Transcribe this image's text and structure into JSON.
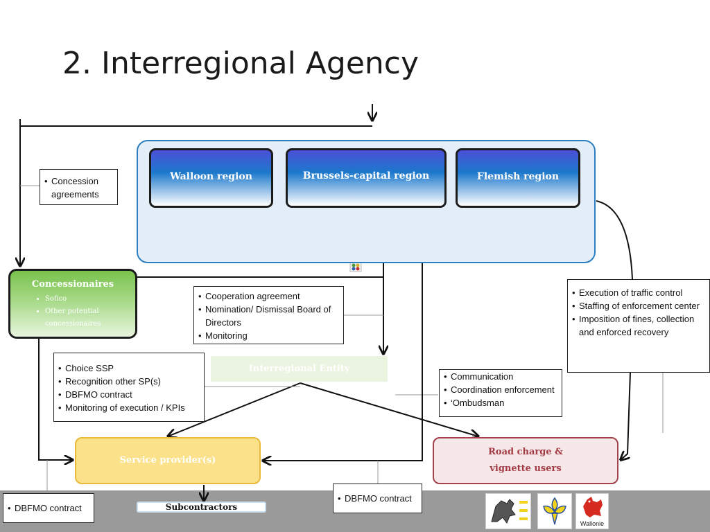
{
  "title": "2. Interregional Agency",
  "regions": [
    "Walloon region",
    "Brussels-capital region",
    "Flemish region"
  ],
  "concessionaires": {
    "title": "Concessionaires",
    "items": [
      "Sofico",
      "Other potential concessionaires"
    ]
  },
  "entities": {
    "interregional_entity": "Interregional Entity",
    "service_provider": "Service provider(s)",
    "road_charge": "Road charge & vignette users",
    "subcontractors": "Subcontractors"
  },
  "notes": {
    "concession": [
      "Concession agreements"
    ],
    "cooperation": [
      "Cooperation agreement",
      "Nomination/ Dismissal Board of Directors",
      "Monitoring"
    ],
    "choice": [
      "Choice SSP",
      "Recognition other SP(s)",
      "DBFMO contract",
      "Monitoring of execution / KPIs"
    ],
    "communication": [
      "Communication",
      "Coordination enforcement",
      "‘Ombudsman"
    ],
    "execution": [
      "Execution of traffic control",
      "Staffing of enforcement center",
      "Imposition of fines, collection and enforced recovery"
    ],
    "dbfmo_left": [
      "DBFMO contract"
    ],
    "dbfmo_mid": [
      "DBFMO contract"
    ]
  },
  "logos": {
    "flanders": "flanders-lion-logo",
    "brussels": "brussels-iris-logo",
    "wallonia": "wallonia-rooster-logo",
    "wallonia_label": "Wallonie"
  },
  "colors": {
    "region_blue": "#1c78cc",
    "container_border": "#2b7fc1",
    "concessionaire_green": "#79c24c",
    "service_yellow": "#fbe28a",
    "road_red": "#a4414a"
  }
}
